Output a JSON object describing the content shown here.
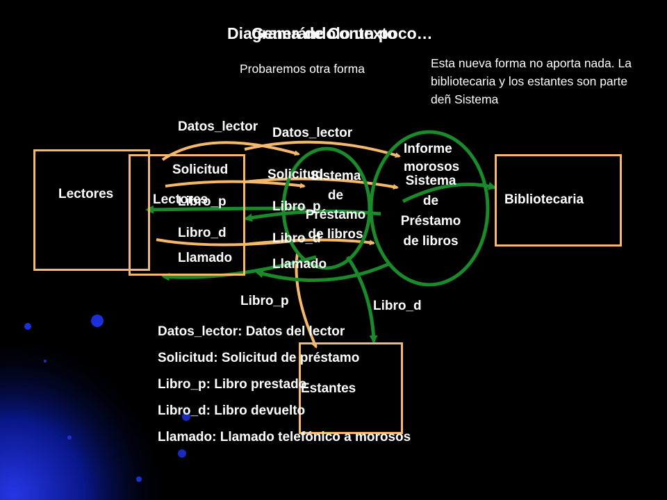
{
  "slide": {
    "title_a": "Diagrama de Contexto",
    "title_b": "Generándolo un poco…",
    "subtitle": "Probaremos otra forma",
    "note": "Esta nueva forma no aporta nada. La bibliotecaria y los estantes son parte deñ Sistema"
  },
  "left_view": {
    "entity": "Lectores",
    "process_l1": "Sistema",
    "process_l2": "de",
    "process_l3": "Préstamo",
    "process_l4": "de libros",
    "flows": {
      "datos_lector": "Datos_lector",
      "solicitud": "Solicitud",
      "libro_p": "Libro_p",
      "libro_d": "Libro_d",
      "llamado": "Llamado"
    }
  },
  "right_view": {
    "entity": "Lectores",
    "process_l1": "Sistema",
    "process_l2": "de",
    "process_l3": "Préstamo",
    "process_l4": "de libros",
    "librarian": "Bibliotecaria",
    "shelves": "Estantes",
    "flows": {
      "datos_lector": "Datos_lector",
      "solicitud": "Solicitud",
      "libro_p": "Libro_p",
      "libro_d": "Libro_d",
      "llamado": "Llamado",
      "informe_l1": "Informe",
      "informe_l2": "morosos",
      "libro_p_shelf": "Libro_p",
      "libro_d_shelf": "Libro_d"
    }
  },
  "legend": [
    "Datos_lector: Datos del lector",
    "Solicitud: Solicitud de préstamo",
    "Libro_p: Libro prestado",
    "Libro_d: Libro devuelto",
    "Llamado: Llamado telefónico a morosos"
  ],
  "colors": {
    "background": "#000000",
    "text": "#ffffff",
    "box_border": "#f6b96c",
    "flow_orange": "#f6b96c",
    "flow_green": "#1a8a2a"
  }
}
